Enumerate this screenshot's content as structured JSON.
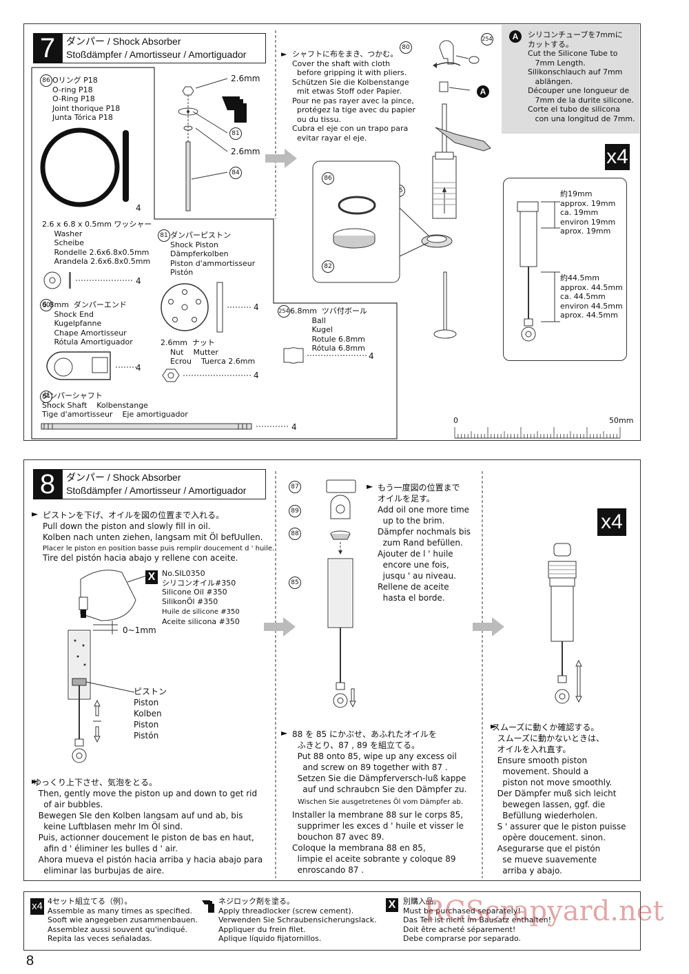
{
  "step7": {
    "number": "7",
    "title_line1": "ダンパー / Shock Absorber",
    "title_line2": "Stoßdämpfer / Amortisseur / Amortiguador",
    "multiplier": "x4",
    "parts": {
      "oring_num": "86",
      "oring": "Oリング P18\nO-ring P18\nO-Ring P18\nJoint thorique P18\nJunta Tórica P18",
      "oring_qty": "4",
      "washer": "2.6 x 6.8 x 0.5mm ワッシャー\n     Washer\n     Scheibe\n     Rondelle 2.6x6.8x0.5mm\n     Arandela 2.6x6.8x0.5mm",
      "washer_qty": "4",
      "shock_end_num": "80",
      "shock_end": "6.8mm  ダンパーエンド\n     Shock End\n     Kugelpfanne\n     Chape Amortisseur\n     Rótula Amortiguador",
      "shock_end_qty": "4",
      "shaft_num": "84",
      "shaft": "ダンパーシャフト\nShock Shaft    Kolbenstange\nTige d'amortisseur    Eje amortiguador",
      "shaft_qty": "4",
      "piston_num": "81",
      "piston": "ダンパーピストン\nShock Piston\nDämpferkolben\nPiston d'ammortisseur\nPistón",
      "piston_qty": "4",
      "nut": "2.6mm  ナット\n    Nut    Mutter\n    Ecrou    Tuerca 2.6mm",
      "nut_qty": "4",
      "ball_num": "254",
      "ball": "6.8mm  ツバ付ボール\n         Ball\n         Kugel\n         Rotule 6.8mm\n         Rótula 6.8mm",
      "ball_qty": "4"
    },
    "dim_26_top": "2.6mm",
    "dim_26_bottom": "2.6mm",
    "callout_81": "81",
    "callout_84": "84",
    "shaft_note": "シャフトに布をまき、つかむ。\nCover the shaft with cloth\n  before gripping it with pliers.\nSchützen Sie die Kolbenstange\n  mit etwas Stoff oder Papier.\nPour ne pas rayer avec la pince,\n  protégez la tige avec du papier\n  ou du tissu.\nCubra el eje con un trapo para\n  evitar rayar el eje.",
    "note_a_badge": "A",
    "note_a": "シリコンチューブを7mmに\nカットする。\nCut the Silicone Tube to\n   7mm Length.\nSilikonschlauch auf 7mm\n   ablängen.\nDécouper une longueur de\n   7mm de la durite silicone.\nCorte el tubo de silicona\n   con una longitud de 7mm.",
    "label_80": "80",
    "label_254": "254",
    "label_85": "85",
    "label_86": "86",
    "label_82": "82",
    "label_a": "A",
    "len_19": "約19mm\napprox. 19mm\nca. 19mm\nenviron 19mm\naprox. 19mm",
    "len_445": "約44.5mm\napprox. 44.5mm\nca. 44.5mm\nenviron 44.5mm\naprox. 44.5mm",
    "ruler_start": "0",
    "ruler_end": "50mm"
  },
  "step8": {
    "number": "8",
    "title_line1": "ダンパー / Shock Absorber",
    "title_line2": "Stoßdämpfer / Amortisseur / Amortiguador",
    "multiplier": "x4",
    "fill_note": "ピストンを下げ、オイルを図の位置まで入れる。\nPull down the piston and slowly fill in oil.\nKolben nach unten ziehen, langsam mit Öl befUullen.",
    "fill_note_fr": "Placer le piston en position basse puis remplir doucement d ' huile.",
    "fill_note_es": "Tire del pistón hacia abajo y rellene con aceite.",
    "oil_badge": "X",
    "oil": "No.SIL0350\nシリコンオイル#350\nSilicone Oil #350\nSilikonÖl #350",
    "oil_small": "Huile de silicone #350",
    "oil_es": "Aceite silicona #350",
    "gap": "0~1mm",
    "piston_label": "ピストン\nPiston\nKolben\nPiston\nPistón",
    "bubble_note": "ゆっくり上下させ、気泡をとる。\n  Then, gently move the piston up and down to get rid\n    of air bubbles.\n  Bewegen SIe den Kolben langsam auf und ab, bis\n    keine Luftblasen mehr Im Öl sind.\n  Puis, actionner doucement le piston de bas en haut,\n    afin d ' éliminer les bulles d ' air.\n  Ahora mueva el pistón hacia arriba y hacia abajo para\n    eliminar las burbujas de aire.",
    "label_87": "87",
    "label_89": "89",
    "label_88": "88",
    "label_85": "85",
    "refill_note": "もう一度図の位置まで\nオイルを足す。\nAdd oil one more time\n  up to the brim.\nDämpfer nochmals bis\n  zum Rand befüllen.\nAjouter de l ' huile\n  encore une fois,\n  jusqu ' au niveau.\nRellene de aceite\n  hasta el borde.",
    "assemble_note_1": "88 を 85 にかぶせ、あふれたオイルを\n  ふきとり、87 , 89 を組立てる。\n  Put 88 onto 85, wipe up any excess oil\n    and screw on 89 together with 87 .\n  Setzen Sie die Dämpferversch-luß kappe\n    auf und schraubcn Sie den Dämpfer zu.",
    "assemble_note_de2": "Wischen Sie ausgetretenes Öl vom Dämpfer ab.",
    "assemble_note_2": "Installer la membrane 88 sur le corps 85,\n  supprimer les exces d ' huile et visser le\n  bouchon 87 avec 89.\nColoque la membrana 88 en 85,\n  limpie el aceite sobrante y coloque 89\n  enroscando 87 .",
    "smooth_note": "スムーズに動くか確認する。\n  スムーズに動かないときは、\n  オイルを入れ直す。\n  Ensure smooth piston\n    movement. Should a\n    piston not move smoothly.\n  Der Dämpfer muß sich leicht\n    bewegen lassen, ggf. die\n    Befüllung wiederholen.\n  S ' assurer que le piston puisse\n    opère doucement. sinon.\n  Asegurarse que el pistón\n    se mueve suavemente\n    arriba y abajo."
  },
  "legend": {
    "x4_badge": "x4",
    "x4_text": "4セット組立てる（例）。\nAssemble as many times as specified.\nSooft wie angegeben zusammenbauen.\nAssemblez aussi souvent qu'indiqué.\nRepita las veces señaladas.",
    "cement_text": "ネジロック剤を塗る。\nApply threadlocker (screw cement).\nVerwenden Sie Schraubensicherungslack.\nAppliquer du frein filet.\nAplique líquido fijatornillos.",
    "x_badge": "X",
    "x_text": "別購入品。\nMust be purchased separately!\nDas Teil ist nicht im Bausatz enthalten!\nDoit être acheté séparement!\nDebe comprarse por separado."
  },
  "watermark": "RCScrapyard.net",
  "page_number": "8"
}
